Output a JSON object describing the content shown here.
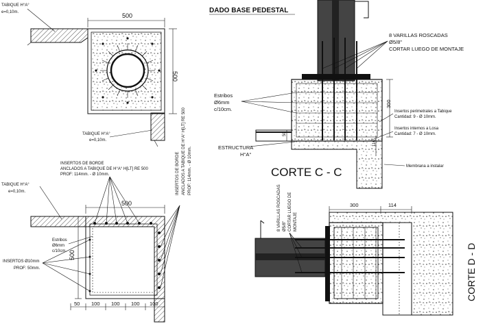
{
  "plan_top": {
    "label_tabique_top": "TABIQUE H°A°",
    "label_tabique_top_thk": "e=0,10m.",
    "dim_width": "500",
    "dim_height": "500",
    "label_tabique_bottom": "TABIQUE H°A°",
    "label_tabique_bottom_thk": "e=0,10m."
  },
  "plan_bottom": {
    "note_line1": "INSERTOS DE BORDE",
    "note_line2": "ANCLADOS A TABIQUE DE H°A° H[LT] RE 500",
    "note_line3": "PROF: 114mm. - Ø 10mm.",
    "label_tabique": "TABIQUE H°A°",
    "label_tabique_thk": "e=0,10m.",
    "dim_width": "500",
    "dim_height": "500",
    "estribos_line1": "Estribos",
    "estribos_line2": "Ø6mm",
    "estribos_line3": "c/10cm.",
    "insertos_line1": "INSERTOS Ø10mm",
    "insertos_line2": "PROF: 50mm.",
    "vert_note_line1": "INSERTOS DE BORDE",
    "vert_note_line2": "ANCLADOS A TABIQUE DE H°A° H[LT] RE 500",
    "vert_note_line3": "PROF: 114mm. - Ø 10mm.",
    "dims_bottom": [
      "50",
      "100",
      "100",
      "100",
      "100"
    ]
  },
  "section_cc": {
    "title": "DADO BASE PEDESTAL",
    "varillas_line1": "8 VARILLAS ROSCADAS",
    "varillas_line2": "Ø5/8\"",
    "varillas_line3": "CORTAR LUEGO DE MONTAJE",
    "estribos_line1": "Estribos",
    "estribos_line2": "Ø6mm",
    "estribos_line3": "c/10cm.",
    "dim_300": "300",
    "dim_50": "50",
    "dim_114": "114",
    "insertos_perim_line1": "Insertos perimetrales a Tabique",
    "insertos_perim_line2": "Cantidad: 9 - Ø 10mm.",
    "insertos_int_line1": "Insertos internos a Losa",
    "insertos_int_line2": "Cantidad: 7 - Ø 10mm.",
    "estructura_line1": "ESTRUCTURA",
    "estructura_line2": "H°A°",
    "membrana": "Membrana a instalar",
    "corte_label": "CORTE C - C"
  },
  "section_dd": {
    "dim_300": "300",
    "dim_114": "114",
    "vert_note_line1": "8 VARILLAS ROSCADAS",
    "vert_note_line2": "Ø5/8\"",
    "vert_note_line3": "CORTAR LUEGO DE",
    "vert_note_line4": "MONTAJE",
    "corte_label": "CORTE D - D"
  }
}
